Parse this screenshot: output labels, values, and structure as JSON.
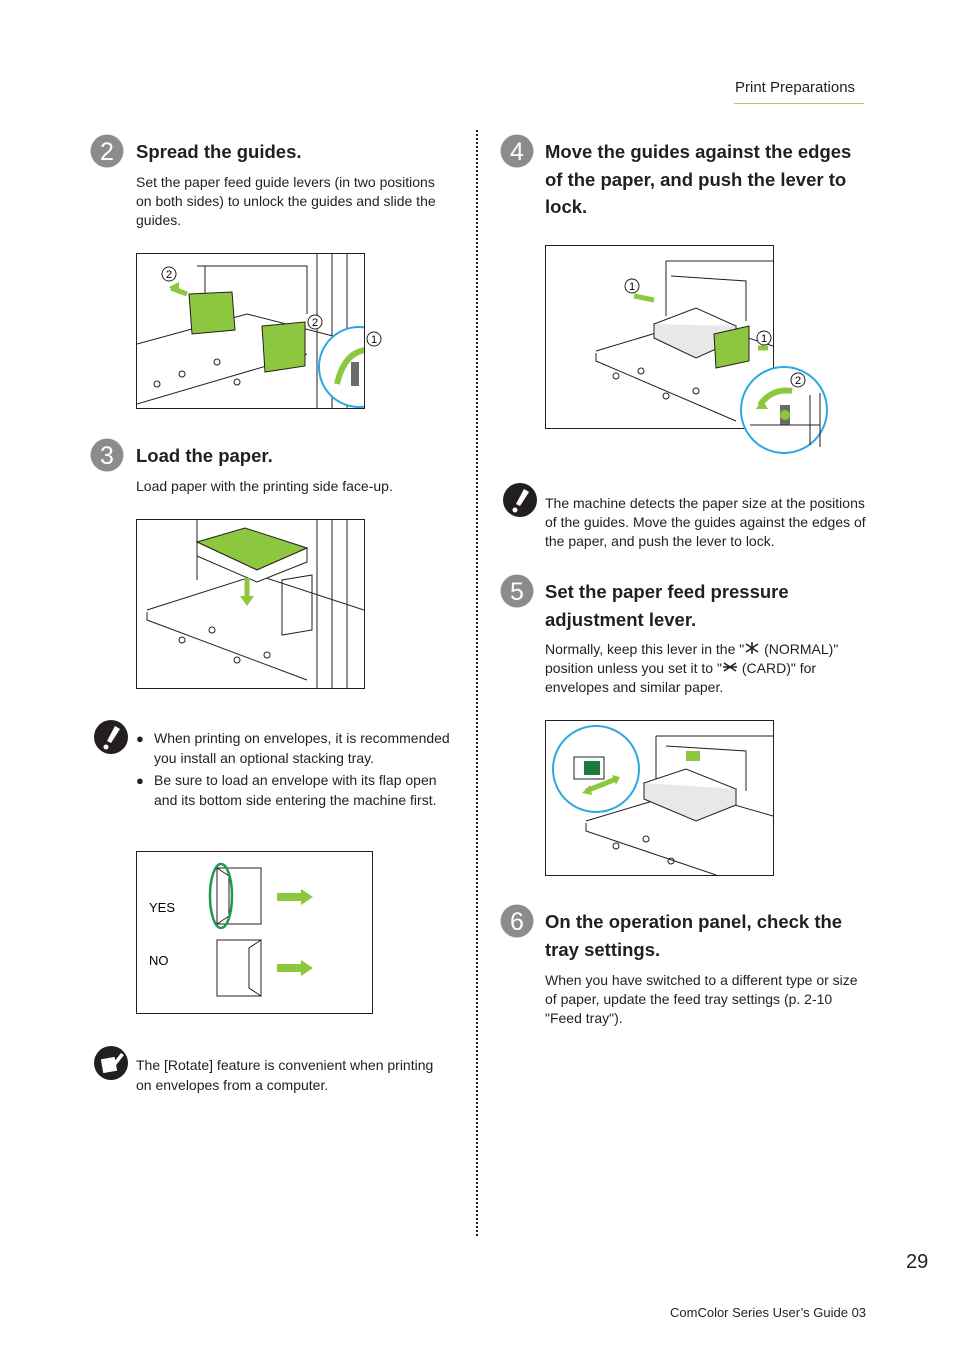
{
  "header": {
    "section_title": "Print Preparations"
  },
  "steps": {
    "s2": {
      "number": "2",
      "title": "Spread the guides.",
      "text": "Set the paper feed guide levers (in two positions on both sides) to unlock the guides and slide the guides."
    },
    "s3": {
      "number": "3",
      "title": "Load the paper.",
      "text": "Load paper with the printing side face-up."
    },
    "s4": {
      "number": "4",
      "title": "Move the guides against the edges of the paper, and push the lever to lock."
    },
    "s5": {
      "number": "5",
      "title": "Set the paper feed pressure adjustment lever.",
      "text_a": "Normally, keep this lever in the \"",
      "normal_label": "(NORMAL)\"",
      "text_b": "position unless you set it to \"",
      "card_label": "(CARD)\" for envelopes and similar paper."
    },
    "s6": {
      "number": "6",
      "title": "On the operation panel, check the tray settings.",
      "text": "When you have switched to a different type or size of paper, update the feed tray settings (p. 2-10 \"Feed tray\")."
    }
  },
  "callouts": {
    "one": "1",
    "two": "2"
  },
  "notes": {
    "envelope_bullets": [
      "When printing on envelopes, it is recommended you install an optional stacking tray.",
      "Be sure to load an envelope with its flap open and its bottom side entering the machine first."
    ],
    "bullet_glyph": "●",
    "guide_note": "The machine detects the paper size at the positions of the guides. Move the guides against the edges of the paper, and push the lever to lock.",
    "rotate_memo": "The [Rotate] feature is convenient when printing on envelopes from a computer."
  },
  "envelope_figure": {
    "yes_label": "YES",
    "no_label": "NO"
  },
  "footer": {
    "page_number": "29",
    "guide_title": "ComColor Series User’s Guide 03"
  },
  "colors": {
    "accent_green": "#8dc63f",
    "callout_blue": "#2aa8e0",
    "step_badge": "#8a8c8e"
  }
}
